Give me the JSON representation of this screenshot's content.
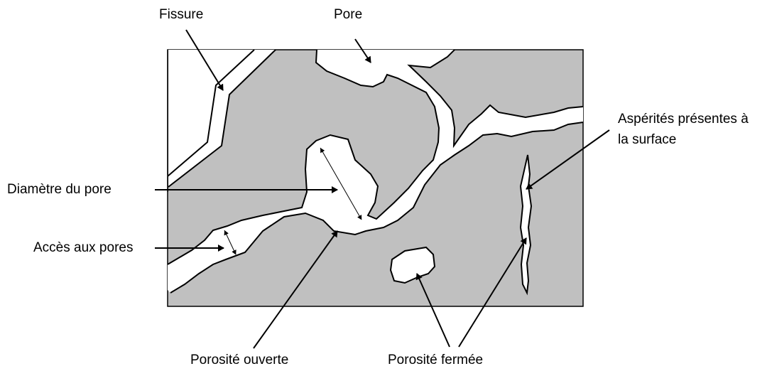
{
  "labels": {
    "fissure": "Fissure",
    "pore": "Pore",
    "asperites_line1": "Aspérités présentes à",
    "asperites_line2": "la surface",
    "diametre": "Diamètre du pore",
    "acces": "Accès aux pores",
    "porosite_ouverte": "Porosité ouverte",
    "porosite_fermee": "Porosité fermée"
  },
  "colors": {
    "solid": "#c0c0c0",
    "void": "#ffffff",
    "line": "#000000"
  }
}
